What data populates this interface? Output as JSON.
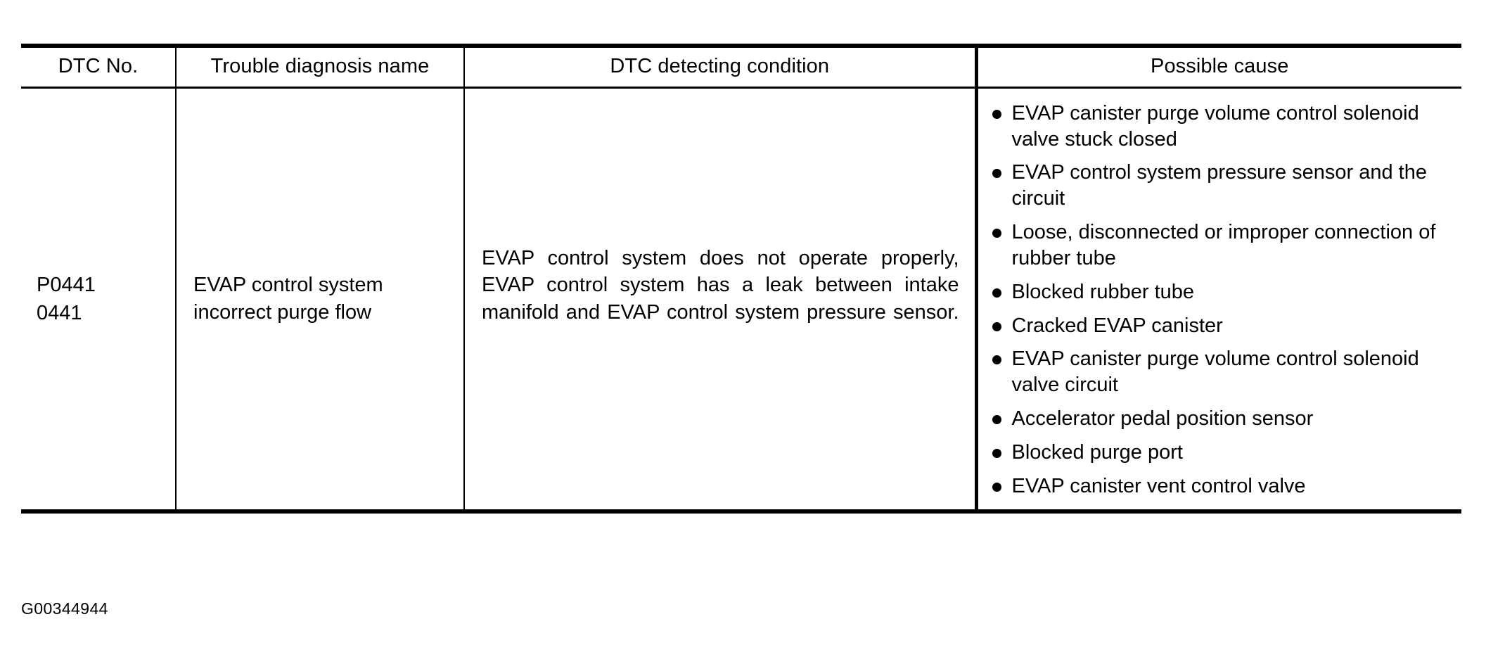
{
  "table": {
    "headers": [
      {
        "label": "DTC No."
      },
      {
        "label": "Trouble diagnosis name"
      },
      {
        "label": "DTC detecting condition"
      },
      {
        "label": "Possible cause"
      }
    ],
    "rows": [
      {
        "dtc_no_lines": [
          "P0441",
          "0441"
        ],
        "trouble_diagnosis_name_lines": [
          "EVAP control system",
          "incorrect purge flow"
        ],
        "dtc_detecting_condition": "EVAP control system does not operate properly, EVAP control system has a leak between intake manifold and EVAP control system pressure sensor.",
        "possible_causes": [
          "EVAP canister purge volume control solenoid valve stuck closed",
          "EVAP control system pressure sensor and the circuit",
          "Loose, disconnected or improper connection of rubber tube",
          "Blocked rubber tube",
          "Cracked EVAP canister",
          "EVAP canister purge volume control solenoid valve circuit",
          "Accelerator pedal position sensor",
          "Blocked purge port",
          "EVAP canister vent control valve"
        ]
      }
    ]
  },
  "figure": {
    "caption": "G00344944"
  },
  "colors": {
    "ink": "#000000",
    "paper": "#ffffff"
  }
}
